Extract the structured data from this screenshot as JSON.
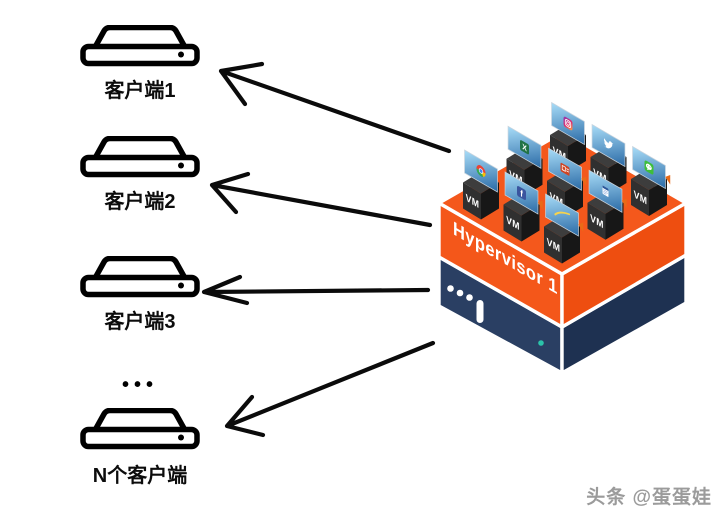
{
  "clients": [
    {
      "label": "客户端1"
    },
    {
      "label": "客户端2"
    },
    {
      "label": "客户端3"
    },
    {
      "label": "N个客户端"
    }
  ],
  "more_clients_ellipsis": "•••",
  "hypervisor": {
    "label": "Hypervisor 1",
    "vm_label": "VM",
    "vms": [
      {
        "icon": "instagram",
        "row": 0,
        "col": 0
      },
      {
        "icon": "excel",
        "row": 1,
        "col": 0
      },
      {
        "icon": "twitter",
        "row": 0,
        "col": 1
      },
      {
        "icon": "chrome",
        "row": 2,
        "col": 0
      },
      {
        "icon": "powerpoint",
        "row": 1,
        "col": 1
      },
      {
        "icon": "wechat",
        "row": 0,
        "col": 2
      },
      {
        "icon": "facebook",
        "row": 2,
        "col": 1
      },
      {
        "icon": "word",
        "row": 1,
        "col": 2
      },
      {
        "icon": "wallpaper",
        "row": 2,
        "col": 2
      }
    ]
  },
  "watermark": "头条 @蛋蛋娃",
  "colors": {
    "platform_orange": "#F4581C",
    "orange_left": "#F4571A",
    "orange_right": "#EE4E10",
    "navy_left": "#2A3F63",
    "navy_right": "#1E3151",
    "teal_led": "#2BC3AA",
    "screen_blue_top": "#A9DDF8",
    "screen_blue_bottom": "#2A6AA6",
    "vm_cube_left": "#303030",
    "vm_cube_right": "#171717",
    "vm_cube_top": "#3d3d3d",
    "marker_orange": "#E96A17",
    "arrow_black": "#0b0b0b",
    "chrome_red": "#EA4335",
    "chrome_green": "#34A853",
    "chrome_yellow": "#FBBC05",
    "chrome_blue": "#4285F4",
    "excel_green": "#217346",
    "instagram_purple": "#8A3AB9",
    "instagram_pink": "#E1306C",
    "instagram_orange": "#FCAF45",
    "wechat_green": "#3EBE3B",
    "facebook_blue": "#3A559F",
    "powerpoint_red": "#D04423",
    "word_blue": "#2B579A",
    "wallpaper_yellow": "#F7D34C"
  }
}
